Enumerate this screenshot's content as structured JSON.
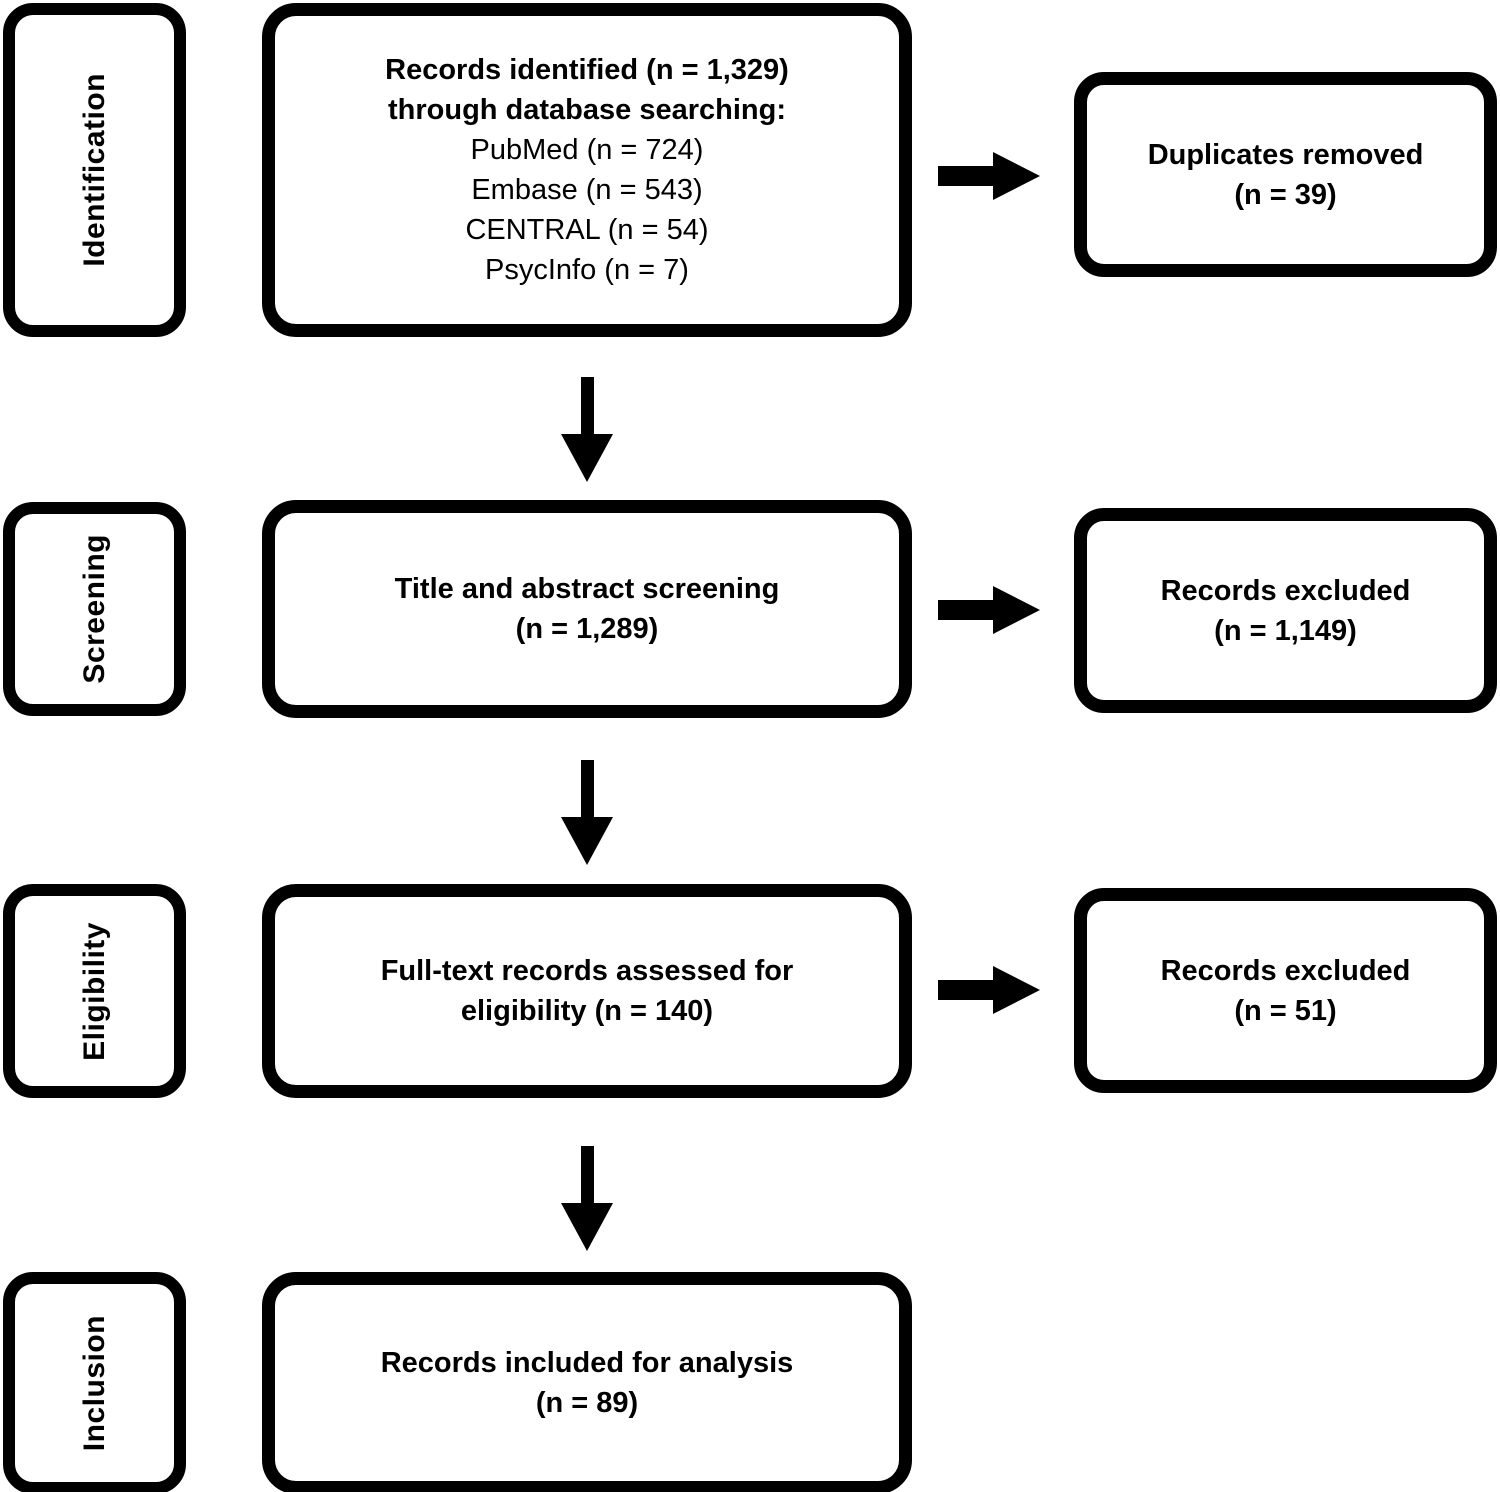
{
  "diagram": {
    "type": "prisma-flow-diagram",
    "stages": [
      {
        "id": "identification",
        "label": "Identification"
      },
      {
        "id": "screening",
        "label": "Screening"
      },
      {
        "id": "eligibility",
        "label": "Eligibility"
      },
      {
        "id": "inclusion",
        "label": "Inclusion"
      }
    ],
    "main_boxes": [
      {
        "id": "records-identified",
        "lines": [
          {
            "text": "Records identified (n = 1,329)",
            "bold": true
          },
          {
            "text": "through database searching:",
            "bold": true
          },
          {
            "text": "PubMed (n = 724)",
            "bold": false
          },
          {
            "text": "Embase (n = 543)",
            "bold": false
          },
          {
            "text": "CENTRAL (n = 54)",
            "bold": false
          },
          {
            "text": "PsycInfo (n = 7)",
            "bold": false
          }
        ]
      },
      {
        "id": "title-abstract-screening",
        "lines": [
          {
            "text": "Title and abstract screening",
            "bold": true
          },
          {
            "text": "(n = 1,289)",
            "bold": true
          }
        ]
      },
      {
        "id": "full-text-assessed",
        "lines": [
          {
            "text": "Full-text records assessed for",
            "bold": true
          },
          {
            "text": "eligibility (n = 140)",
            "bold": true
          }
        ]
      },
      {
        "id": "records-included",
        "lines": [
          {
            "text": "Records included for analysis",
            "bold": true
          },
          {
            "text": "(n = 89)",
            "bold": true
          }
        ]
      }
    ],
    "side_boxes": [
      {
        "id": "duplicates-removed",
        "lines": [
          {
            "text": "Duplicates removed",
            "bold": true
          },
          {
            "text": "(n = 39)",
            "bold": true
          }
        ]
      },
      {
        "id": "records-excluded-screening",
        "lines": [
          {
            "text": "Records excluded",
            "bold": true
          },
          {
            "text": "(n = 1,149)",
            "bold": true
          }
        ]
      },
      {
        "id": "records-excluded-eligibility",
        "lines": [
          {
            "text": "Records excluded",
            "bold": true
          },
          {
            "text": "(n = 51)",
            "bold": true
          }
        ]
      }
    ],
    "counts": {
      "records_identified_total": 1329,
      "pubmed": 724,
      "embase": 543,
      "central": 54,
      "psycinfo": 7,
      "duplicates_removed": 39,
      "title_abstract_screened": 1289,
      "excluded_at_screening": 1149,
      "full_text_assessed": 140,
      "excluded_at_eligibility": 51,
      "included_for_analysis": 89
    },
    "colors": {
      "stroke": "#000000",
      "fill": "#ffffff",
      "text": "#000000"
    }
  }
}
